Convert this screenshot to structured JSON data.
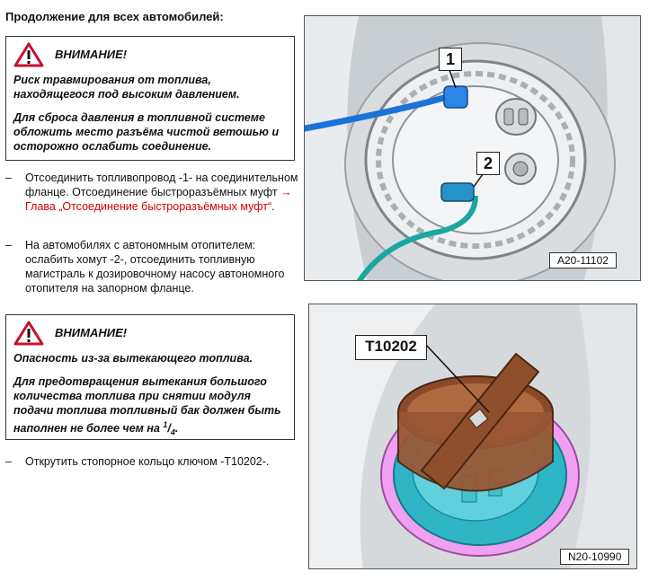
{
  "heading": "Продолжение для всех автомобилей:",
  "warning1": {
    "title": "ВНИМАНИЕ!",
    "p1": "Риск травмирования от топлива, находящегося под высоким давлением.",
    "p2": "Для сброса давления в топливной системе обложить место разъёма чистой ветошью и осторожно ослабить соединение."
  },
  "step1": {
    "dash": "–",
    "text": "Отсоединить топливопровод -1- на соединительном фланце. Отсоединение быстроразъёмных муфт ",
    "link": "→ Глава „Отсоединение быстроразъёмных муфт“",
    "end": "."
  },
  "step2": {
    "dash": "–",
    "text": "На автомобилях с автономным отопителем: ослабить хомут -2-, отсоединить топливную магистраль к дозировочному насосу автономного отопителя на запорном фланце."
  },
  "warning2": {
    "title": "ВНИМАНИЕ!",
    "p1": "Опасность из-за вытекающего топлива.",
    "p2": "Для предотвращения вытекания большого количества топлива при снятии модуля подачи топлива топливный бак должен быть наполнен не более чем на ",
    "fraction_num": "1",
    "fraction_sep": "/",
    "fraction_den": "4",
    "p2_end": "."
  },
  "step3": {
    "dash": "–",
    "text": "Открутить стопорное кольцо ключом -T10202-."
  },
  "figure1": {
    "label": "A20-11102",
    "callout1": "1",
    "callout2": "2"
  },
  "figure2": {
    "label": "N20-10990",
    "callout": "T10202"
  }
}
